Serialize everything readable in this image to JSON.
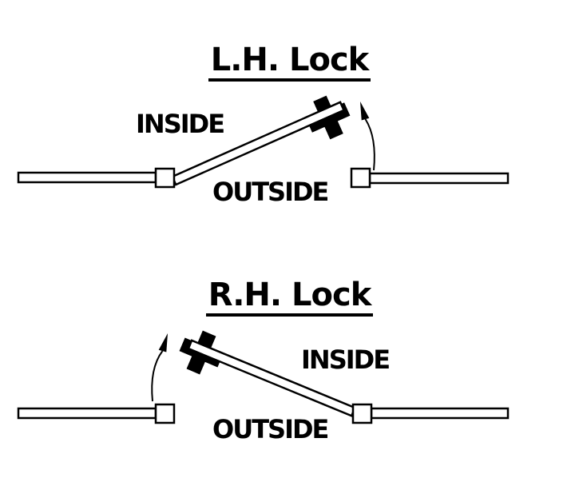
{
  "page": {
    "background_color": "#ffffff",
    "line_color": "#000000"
  },
  "diagrams": [
    {
      "id": "lh-lock",
      "title": "L.H. Lock",
      "inside_label": "INSIDE",
      "outside_label": "OUTSIDE"
    },
    {
      "id": "rh-lock",
      "title": "R.H. Lock",
      "inside_label": "INSIDE",
      "outside_label": "OUTSIDE"
    }
  ]
}
